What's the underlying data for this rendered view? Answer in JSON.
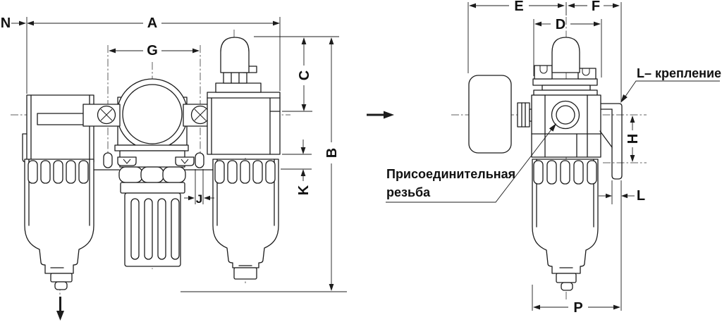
{
  "dimensions": {
    "front": {
      "n": "N",
      "a": "A",
      "g": "G",
      "c": "C",
      "b": "B",
      "k": "K",
      "j": "J"
    },
    "side": {
      "e": "E",
      "f": "F",
      "d": "D",
      "h": "H",
      "l": "L",
      "p": "P"
    }
  },
  "annotations": {
    "mounting": "L– крепление",
    "thread_line1": "Присоединительная",
    "thread_line2": "резьба"
  },
  "icons": {
    "flow_direction": "right-arrow",
    "drain_direction": "down-arrow"
  },
  "colors": {
    "line": "#1c1c1c",
    "background": "#ffffff"
  }
}
